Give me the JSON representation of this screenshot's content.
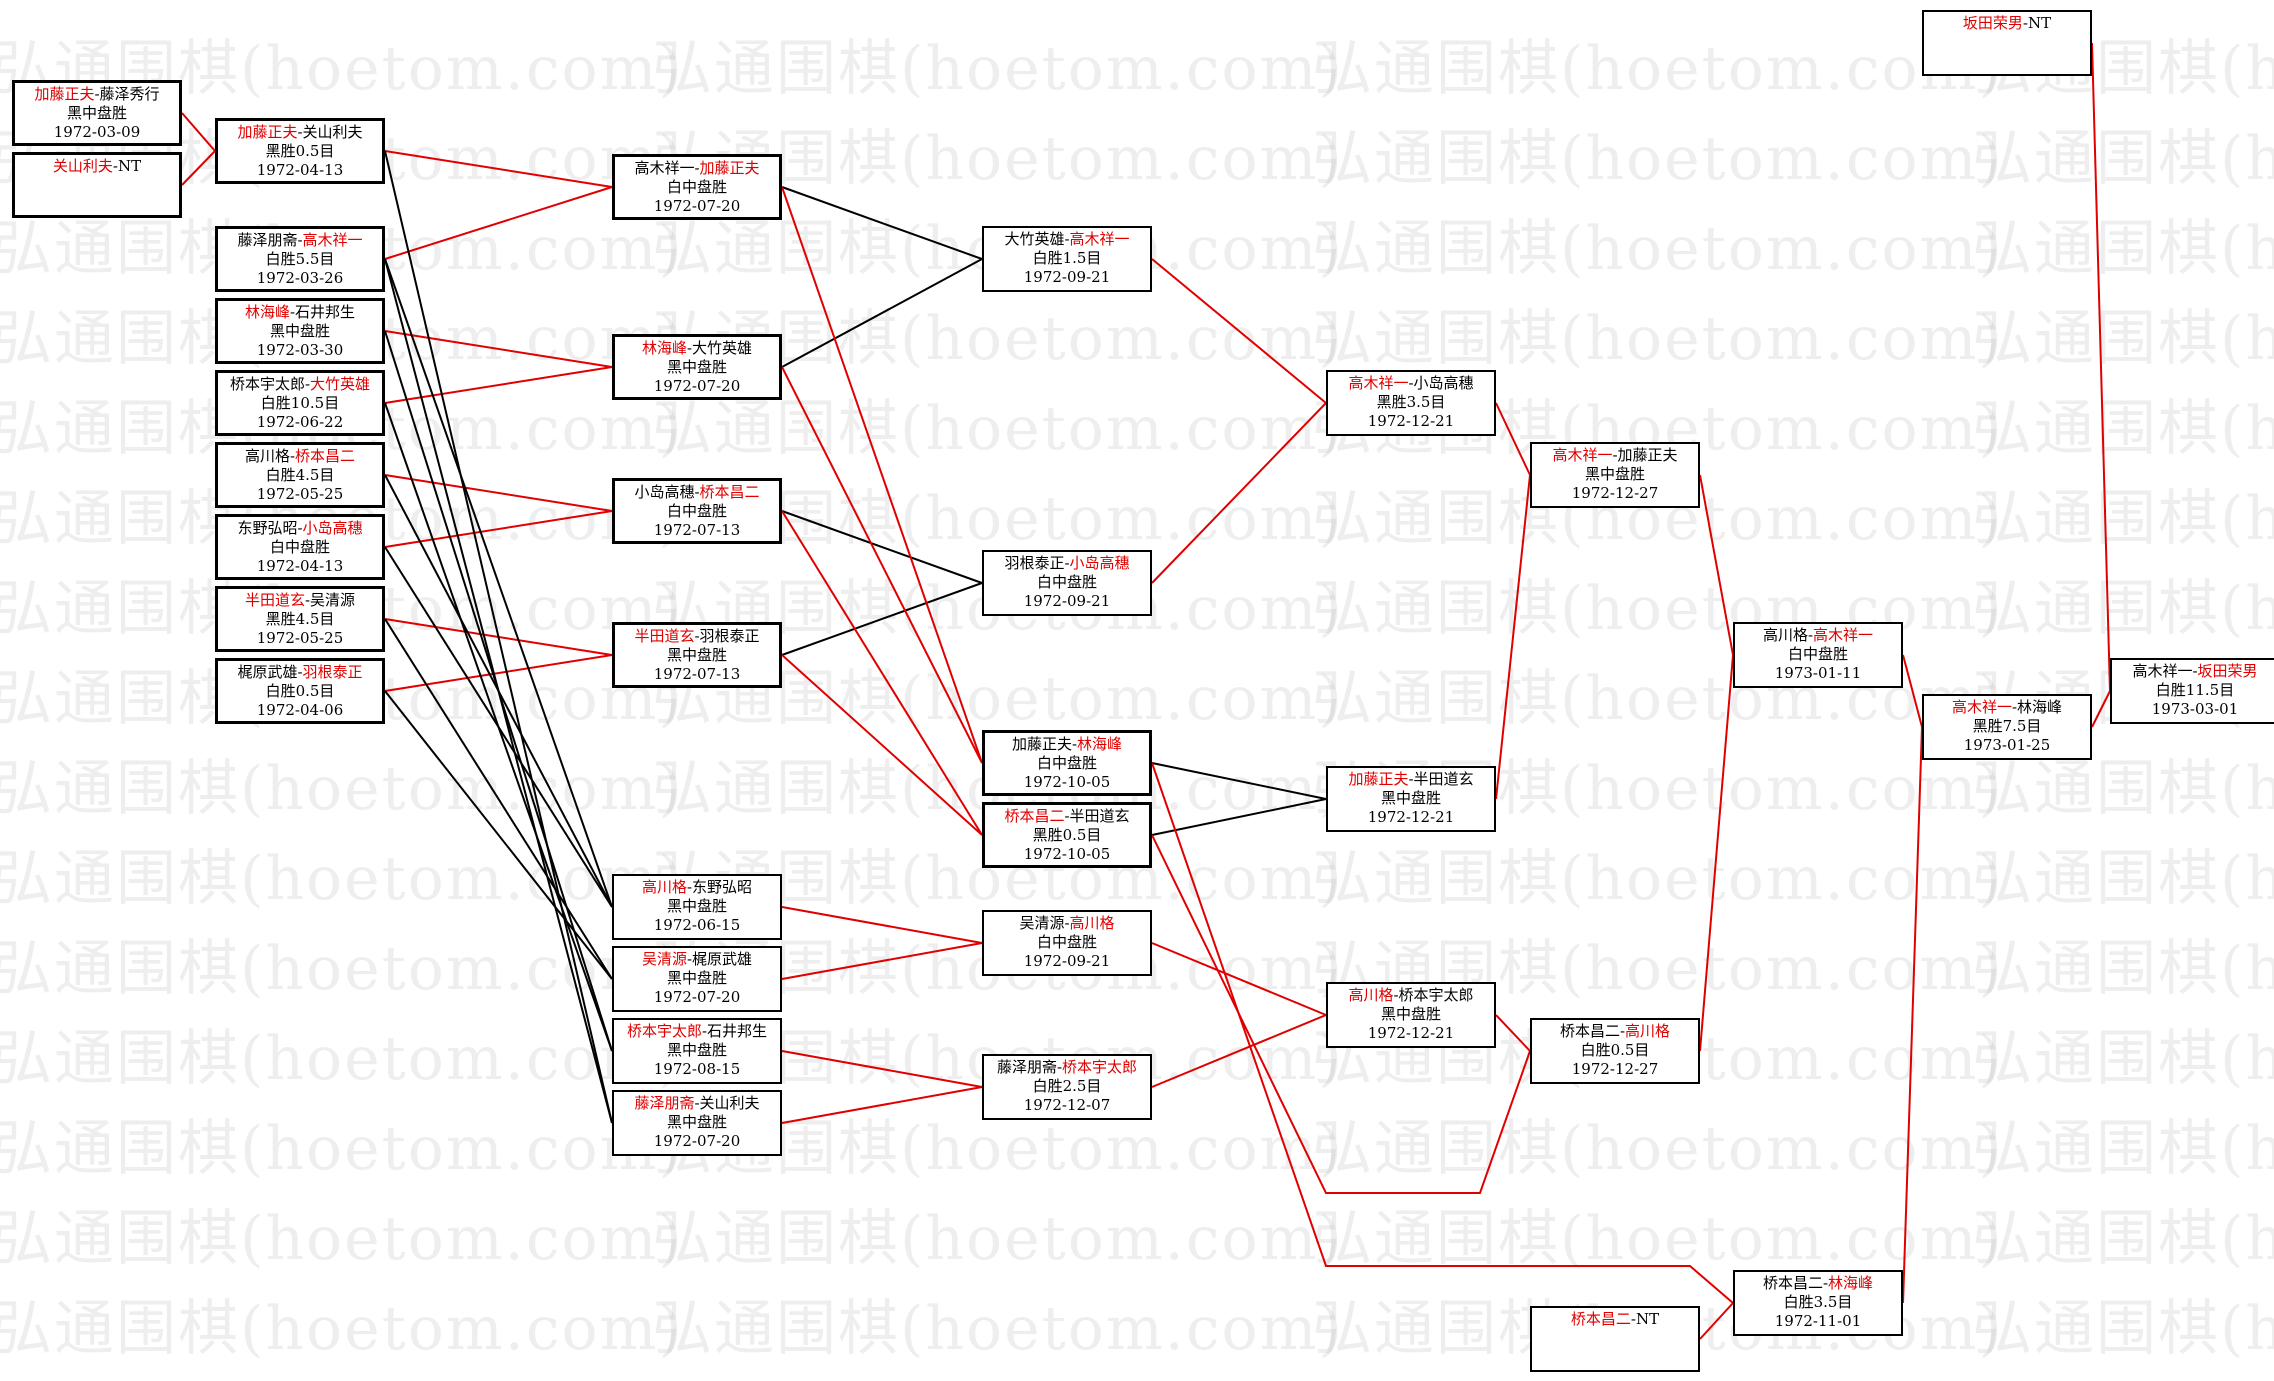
{
  "watermark": "弘通围棋(hoetom.com)",
  "nodes": [
    {
      "id": "r1_1",
      "p1": "加藤正夫",
      "p2": "藤泽秀行",
      "w": 1,
      "res": "黑中盘胜",
      "date": "1972-03-09"
    },
    {
      "id": "r1_2",
      "p1": "关山利夫",
      "p2": "",
      "w": 1,
      "nt": true,
      "res": "",
      "date": ""
    },
    {
      "id": "r2_1",
      "p1": "加藤正夫",
      "p2": "关山利夫",
      "w": 1,
      "res": "黑胜0.5目",
      "date": "1972-04-13"
    },
    {
      "id": "r2_2",
      "p1": "藤泽朋斋",
      "p2": "高木祥一",
      "w": 2,
      "res": "白胜5.5目",
      "date": "1972-03-26"
    },
    {
      "id": "r2_3",
      "p1": "林海峰",
      "p2": "石井邦生",
      "w": 1,
      "res": "黑中盘胜",
      "date": "1972-03-30"
    },
    {
      "id": "r2_4",
      "p1": "桥本宇太郎",
      "p2": "大竹英雄",
      "w": 2,
      "res": "白胜10.5目",
      "date": "1972-06-22"
    },
    {
      "id": "r2_5",
      "p1": "高川格",
      "p2": "桥本昌二",
      "w": 2,
      "res": "白胜4.5目",
      "date": "1972-05-25"
    },
    {
      "id": "r2_6",
      "p1": "东野弘昭",
      "p2": "小岛高穗",
      "w": 2,
      "res": "白中盘胜",
      "date": "1972-04-13"
    },
    {
      "id": "r2_7",
      "p1": "半田道玄",
      "p2": "吴清源",
      "w": 1,
      "res": "黑胜4.5目",
      "date": "1972-05-25"
    },
    {
      "id": "r2_8",
      "p1": "梶原武雄",
      "p2": "羽根泰正",
      "w": 2,
      "res": "白胜0.5目",
      "date": "1972-04-06"
    },
    {
      "id": "r3_1",
      "p1": "高木祥一",
      "p2": "加藤正夫",
      "w": 2,
      "res": "白中盘胜",
      "date": "1972-07-20"
    },
    {
      "id": "r3_2",
      "p1": "林海峰",
      "p2": "大竹英雄",
      "w": 1,
      "res": "黑中盘胜",
      "date": "1972-07-20"
    },
    {
      "id": "r3_3",
      "p1": "小岛高穗",
      "p2": "桥本昌二",
      "w": 2,
      "res": "白中盘胜",
      "date": "1972-07-13"
    },
    {
      "id": "r3_4",
      "p1": "半田道玄",
      "p2": "羽根泰正",
      "w": 1,
      "res": "黑中盘胜",
      "date": "1972-07-13"
    },
    {
      "id": "r3_5",
      "p1": "高川格",
      "p2": "东野弘昭",
      "w": 1,
      "res": "黑中盘胜",
      "date": "1972-06-15"
    },
    {
      "id": "r3_6",
      "p1": "吴清源",
      "p2": "梶原武雄",
      "w": 1,
      "res": "黑中盘胜",
      "date": "1972-07-20"
    },
    {
      "id": "r3_7",
      "p1": "桥本宇太郎",
      "p2": "石井邦生",
      "w": 1,
      "res": "黑中盘胜",
      "date": "1972-08-15"
    },
    {
      "id": "r3_8",
      "p1": "藤泽朋斋",
      "p2": "关山利夫",
      "w": 1,
      "res": "黑中盘胜",
      "date": "1972-07-20"
    },
    {
      "id": "r4_1",
      "p1": "大竹英雄",
      "p2": "高木祥一",
      "w": 2,
      "res": "白胜1.5目",
      "date": "1972-09-21"
    },
    {
      "id": "r4_2",
      "p1": "羽根泰正",
      "p2": "小岛高穗",
      "w": 2,
      "res": "白中盘胜",
      "date": "1972-09-21"
    },
    {
      "id": "r4_3",
      "p1": "加藤正夫",
      "p2": "林海峰",
      "w": 2,
      "res": "白中盘胜",
      "date": "1972-10-05"
    },
    {
      "id": "r4_4",
      "p1": "桥本昌二",
      "p2": "半田道玄",
      "w": 1,
      "res": "黑胜0.5目",
      "date": "1972-10-05"
    },
    {
      "id": "r4_5",
      "p1": "吴清源",
      "p2": "高川格",
      "w": 2,
      "res": "白中盘胜",
      "date": "1972-09-21"
    },
    {
      "id": "r4_6",
      "p1": "藤泽朋斋",
      "p2": "桥本宇太郎",
      "w": 2,
      "res": "白胜2.5目",
      "date": "1972-12-07"
    },
    {
      "id": "r5_1",
      "p1": "高木祥一",
      "p2": "小岛高穗",
      "w": 1,
      "res": "黑胜3.5目",
      "date": "1972-12-21"
    },
    {
      "id": "r5_2",
      "p1": "加藤正夫",
      "p2": "半田道玄",
      "w": 1,
      "res": "黑中盘胜",
      "date": "1972-12-21"
    },
    {
      "id": "r5_3",
      "p1": "高川格",
      "p2": "桥本宇太郎",
      "w": 1,
      "res": "黑中盘胜",
      "date": "1972-12-21"
    },
    {
      "id": "r6_1",
      "p1": "高木祥一",
      "p2": "加藤正夫",
      "w": 1,
      "res": "黑中盘胜",
      "date": "1972-12-27"
    },
    {
      "id": "r6_2",
      "p1": "桥本昌二",
      "p2": "高川格",
      "w": 2,
      "res": "白胜0.5目",
      "date": "1972-12-27"
    },
    {
      "id": "r6_3",
      "p1": "桥本昌二",
      "p2": "",
      "w": 1,
      "nt": true,
      "res": "",
      "date": ""
    },
    {
      "id": "r7_1",
      "p1": "高川格",
      "p2": "高木祥一",
      "w": 2,
      "res": "白中盘胜",
      "date": "1973-01-11"
    },
    {
      "id": "r7_2",
      "p1": "桥本昌二",
      "p2": "林海峰",
      "w": 2,
      "res": "白胜3.5目",
      "date": "1972-11-01"
    },
    {
      "id": "r8_1",
      "p1": "高木祥一",
      "p2": "林海峰",
      "w": 1,
      "res": "黑胜7.5目",
      "date": "1973-01-25"
    },
    {
      "id": "r8_2",
      "p1": "坂田荣男",
      "p2": "",
      "w": 1,
      "nt": true,
      "res": "",
      "date": ""
    },
    {
      "id": "r9_1",
      "p1": "高木祥一",
      "p2": "坂田荣男",
      "w": 2,
      "res": "白胜11.5目",
      "date": "1973-03-01"
    }
  ],
  "links": [
    {
      "from": "r1_1",
      "to": "r2_1",
      "c": "red"
    },
    {
      "from": "r1_2",
      "to": "r2_1",
      "c": "red"
    },
    {
      "from": "r2_1",
      "to": "r3_1",
      "c": "red"
    },
    {
      "from": "r2_2",
      "to": "r3_1",
      "c": "red"
    },
    {
      "from": "r2_3",
      "to": "r3_2",
      "c": "red"
    },
    {
      "from": "r2_4",
      "to": "r3_2",
      "c": "red"
    },
    {
      "from": "r2_5",
      "to": "r3_3",
      "c": "red"
    },
    {
      "from": "r2_6",
      "to": "r3_3",
      "c": "red"
    },
    {
      "from": "r2_7",
      "to": "r3_4",
      "c": "red"
    },
    {
      "from": "r2_8",
      "to": "r3_4",
      "c": "red"
    },
    {
      "from": "r2_1",
      "to": "r3_8",
      "c": "black"
    },
    {
      "from": "r2_2",
      "to": "r3_8",
      "c": "black"
    },
    {
      "from": "r2_2",
      "to": "r3_5",
      "c": "black"
    },
    {
      "from": "r2_3",
      "to": "r3_7",
      "c": "black"
    },
    {
      "from": "r2_4",
      "to": "r3_7",
      "c": "black"
    },
    {
      "from": "r2_5",
      "to": "r3_5",
      "c": "black"
    },
    {
      "from": "r2_6",
      "to": "r3_5",
      "c": "black"
    },
    {
      "from": "r2_7",
      "to": "r3_6",
      "c": "black"
    },
    {
      "from": "r2_8",
      "to": "r3_6",
      "c": "black"
    },
    {
      "from": "r3_1",
      "to": "r4_1",
      "c": "black"
    },
    {
      "from": "r3_2",
      "to": "r4_1",
      "c": "black"
    },
    {
      "from": "r3_3",
      "to": "r4_2",
      "c": "black"
    },
    {
      "from": "r3_4",
      "to": "r4_2",
      "c": "black"
    },
    {
      "from": "r3_1",
      "to": "r4_3",
      "c": "red"
    },
    {
      "from": "r3_2",
      "to": "r4_3",
      "c": "red"
    },
    {
      "from": "r3_3",
      "to": "r4_4",
      "c": "red"
    },
    {
      "from": "r3_4",
      "to": "r4_4",
      "c": "red"
    },
    {
      "from": "r3_5",
      "to": "r4_5",
      "c": "red"
    },
    {
      "from": "r3_6",
      "to": "r4_5",
      "c": "red"
    },
    {
      "from": "r3_7",
      "to": "r4_6",
      "c": "red"
    },
    {
      "from": "r3_8",
      "to": "r4_6",
      "c": "red"
    },
    {
      "from": "r4_1",
      "to": "r5_1",
      "c": "red"
    },
    {
      "from": "r4_2",
      "to": "r5_1",
      "c": "red"
    },
    {
      "from": "r4_3",
      "to": "r5_2",
      "c": "black"
    },
    {
      "from": "r4_4",
      "to": "r5_2",
      "c": "black"
    },
    {
      "from": "r4_5",
      "to": "r5_3",
      "c": "red"
    },
    {
      "from": "r4_6",
      "to": "r5_3",
      "c": "red"
    },
    {
      "from": "r5_1",
      "to": "r6_1",
      "c": "red"
    },
    {
      "from": "r5_2",
      "to": "r6_1",
      "c": "red"
    },
    {
      "from": "r5_3",
      "to": "r6_2",
      "c": "red"
    },
    {
      "from": "r6_1",
      "to": "r7_1",
      "c": "red"
    },
    {
      "from": "r6_2",
      "to": "r7_1",
      "c": "red"
    },
    {
      "from": "r6_3",
      "to": "r7_2",
      "c": "red"
    },
    {
      "from": "r7_1",
      "to": "r8_1",
      "c": "red"
    },
    {
      "from": "r7_2",
      "to": "r8_1",
      "c": "red"
    },
    {
      "from": "r8_1",
      "to": "r9_1",
      "c": "red"
    },
    {
      "from": "r8_2",
      "to": "r9_1",
      "c": "red"
    }
  ],
  "paths": [
    {
      "from": "r4_4",
      "via": "to-r6_2",
      "c": "red"
    },
    {
      "from": "r4_3",
      "via": "to-r7_2",
      "c": "red"
    }
  ]
}
